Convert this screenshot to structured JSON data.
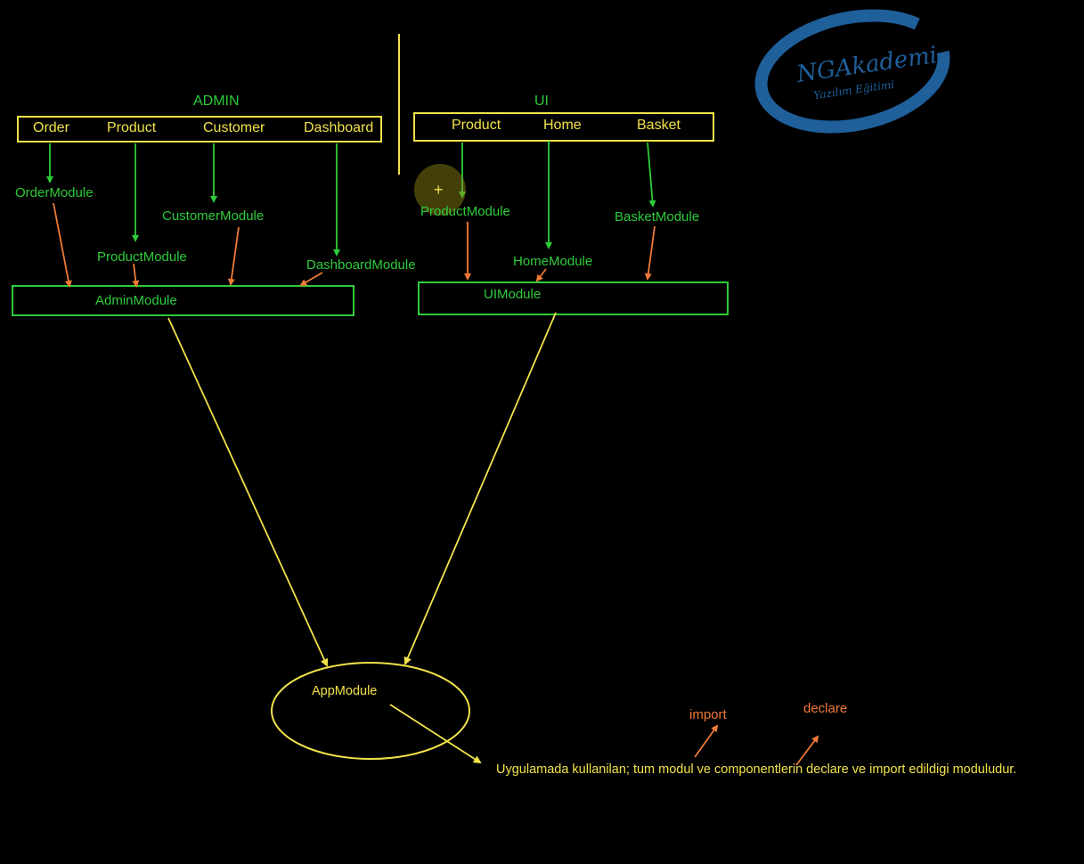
{
  "admin": {
    "title": "ADMIN",
    "tabs": [
      "Order",
      "Product",
      "Customer",
      "Dashboard"
    ],
    "modules": [
      "OrderModule",
      "ProductModule",
      "CustomerModule",
      "DashboardModule"
    ],
    "container": "AdminModule"
  },
  "ui": {
    "title": "UI",
    "tabs": [
      "Product",
      "Home",
      "Basket"
    ],
    "modules": [
      "ProductModule",
      "HomeModule",
      "BasketModule"
    ],
    "container": "UIModule"
  },
  "app": {
    "module": "AppModule",
    "note": "Uygulamada kullanilan; tum modul ve componentlerin declare ve import edildigi moduludur.",
    "import_label": "import",
    "declare_label": "declare"
  },
  "logo": {
    "name": "NGAkademi",
    "tagline": "Yazılım Eğitimi"
  },
  "colors": {
    "background": "#000000",
    "green": "#2ecc3a",
    "yellow": "#f2e24a",
    "orange": "#f07a38",
    "logo_blue": "#1f5f9a"
  }
}
